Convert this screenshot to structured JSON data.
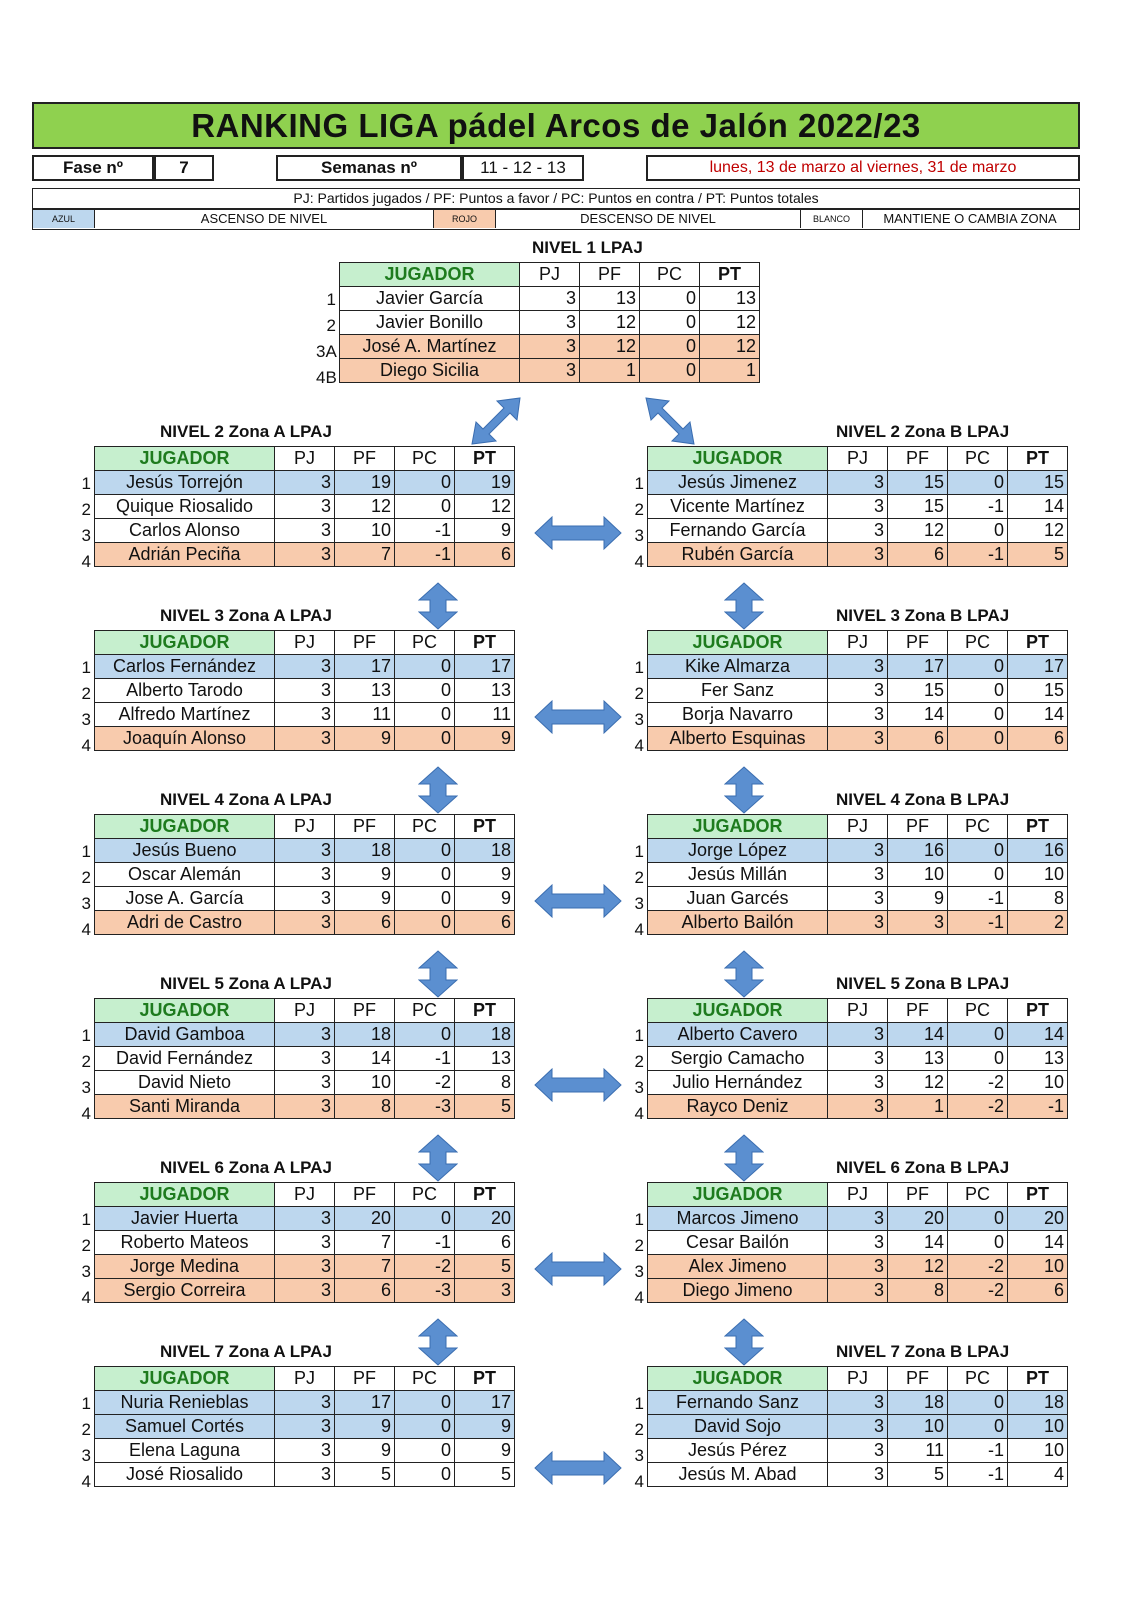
{
  "title": "RANKING LIGA pádel Arcos de Jalón 2022/23",
  "fase_label": "Fase nº",
  "fase_value": "7",
  "semanas_label": "Semanas nº",
  "semanas_value": "11 - 12 - 13",
  "dates": "lunes, 13 de marzo al viernes, 31 de marzo",
  "legend_text": "PJ: Partidos jugados / PF: Puntos a favor / PC: Puntos en contra / PT: Puntos totales",
  "legend": {
    "azul": "AZUL",
    "ascenso": "ASCENSO DE NIVEL",
    "rojo": "ROJO",
    "descenso": "DESCENSO DE NIVEL",
    "blanco": "BLANCO",
    "mantiene": "MANTIENE O CAMBIA ZONA"
  },
  "headers": {
    "jugador": "JUGADOR",
    "pj": "PJ",
    "pf": "PF",
    "pc": "PC",
    "pt": "PT"
  },
  "colors": {
    "ascenso": "#bdd7ee",
    "descenso": "#f8cbad",
    "title": "#8fd14f",
    "header": "#c6efce"
  },
  "groups": [
    {
      "title": "NIVEL 1 LPAJ",
      "rows": [
        {
          "pos": "1",
          "name": "Javier García",
          "pj": "3",
          "pf": "13",
          "pc": "0",
          "pt": "13",
          "status": "white"
        },
        {
          "pos": "2",
          "name": "Javier Bonillo",
          "pj": "3",
          "pf": "12",
          "pc": "0",
          "pt": "12",
          "status": "white"
        },
        {
          "pos": "3A",
          "name": "José A. Martínez",
          "pj": "3",
          "pf": "12",
          "pc": "0",
          "pt": "12",
          "status": "orange"
        },
        {
          "pos": "4B",
          "name": "Diego Sicilia",
          "pj": "3",
          "pf": "1",
          "pc": "0",
          "pt": "1",
          "status": "orange"
        }
      ]
    },
    {
      "title": "NIVEL 2 Zona A LPAJ",
      "rows": [
        {
          "pos": "1",
          "name": "Jesús Torrejón",
          "pj": "3",
          "pf": "19",
          "pc": "0",
          "pt": "19",
          "status": "blue"
        },
        {
          "pos": "2",
          "name": "Quique Riosalido",
          "pj": "3",
          "pf": "12",
          "pc": "0",
          "pt": "12",
          "status": "white"
        },
        {
          "pos": "3",
          "name": "Carlos Alonso",
          "pj": "3",
          "pf": "10",
          "pc": "-1",
          "pt": "9",
          "status": "white"
        },
        {
          "pos": "4",
          "name": "Adrián Peciña",
          "pj": "3",
          "pf": "7",
          "pc": "-1",
          "pt": "6",
          "status": "orange"
        }
      ]
    },
    {
      "title": "NIVEL 2 Zona B LPAJ",
      "rows": [
        {
          "pos": "1",
          "name": "Jesús Jimenez",
          "pj": "3",
          "pf": "15",
          "pc": "0",
          "pt": "15",
          "status": "blue"
        },
        {
          "pos": "2",
          "name": "Vicente Martínez",
          "pj": "3",
          "pf": "15",
          "pc": "-1",
          "pt": "14",
          "status": "white"
        },
        {
          "pos": "3",
          "name": "Fernando García",
          "pj": "3",
          "pf": "12",
          "pc": "0",
          "pt": "12",
          "status": "white"
        },
        {
          "pos": "4",
          "name": "Rubén García",
          "pj": "3",
          "pf": "6",
          "pc": "-1",
          "pt": "5",
          "status": "orange"
        }
      ]
    },
    {
      "title": "NIVEL 3 Zona A LPAJ",
      "rows": [
        {
          "pos": "1",
          "name": "Carlos Fernández",
          "pj": "3",
          "pf": "17",
          "pc": "0",
          "pt": "17",
          "status": "blue"
        },
        {
          "pos": "2",
          "name": "Alberto Tarodo",
          "pj": "3",
          "pf": "13",
          "pc": "0",
          "pt": "13",
          "status": "white"
        },
        {
          "pos": "3",
          "name": "Alfredo Martínez",
          "pj": "3",
          "pf": "11",
          "pc": "0",
          "pt": "11",
          "status": "white"
        },
        {
          "pos": "4",
          "name": "Joaquín Alonso",
          "pj": "3",
          "pf": "9",
          "pc": "0",
          "pt": "9",
          "status": "orange"
        }
      ]
    },
    {
      "title": "NIVEL 3 Zona B LPAJ",
      "rows": [
        {
          "pos": "1",
          "name": "Kike Almarza",
          "pj": "3",
          "pf": "17",
          "pc": "0",
          "pt": "17",
          "status": "blue"
        },
        {
          "pos": "2",
          "name": "Fer Sanz",
          "pj": "3",
          "pf": "15",
          "pc": "0",
          "pt": "15",
          "status": "white"
        },
        {
          "pos": "3",
          "name": "Borja Navarro",
          "pj": "3",
          "pf": "14",
          "pc": "0",
          "pt": "14",
          "status": "white"
        },
        {
          "pos": "4",
          "name": "Alberto Esquinas",
          "pj": "3",
          "pf": "6",
          "pc": "0",
          "pt": "6",
          "status": "orange"
        }
      ]
    },
    {
      "title": "NIVEL 4 Zona A LPAJ",
      "rows": [
        {
          "pos": "1",
          "name": "Jesús Bueno",
          "pj": "3",
          "pf": "18",
          "pc": "0",
          "pt": "18",
          "status": "blue"
        },
        {
          "pos": "2",
          "name": "Oscar Alemán",
          "pj": "3",
          "pf": "9",
          "pc": "0",
          "pt": "9",
          "status": "white"
        },
        {
          "pos": "3",
          "name": "Jose A. García",
          "pj": "3",
          "pf": "9",
          "pc": "0",
          "pt": "9",
          "status": "white"
        },
        {
          "pos": "4",
          "name": "Adri de Castro",
          "pj": "3",
          "pf": "6",
          "pc": "0",
          "pt": "6",
          "status": "orange"
        }
      ]
    },
    {
      "title": "NIVEL 4 Zona B LPAJ",
      "rows": [
        {
          "pos": "1",
          "name": "Jorge López",
          "pj": "3",
          "pf": "16",
          "pc": "0",
          "pt": "16",
          "status": "blue"
        },
        {
          "pos": "2",
          "name": "Jesús Millán",
          "pj": "3",
          "pf": "10",
          "pc": "0",
          "pt": "10",
          "status": "white"
        },
        {
          "pos": "3",
          "name": "Juan Garcés",
          "pj": "3",
          "pf": "9",
          "pc": "-1",
          "pt": "8",
          "status": "white"
        },
        {
          "pos": "4",
          "name": "Alberto Bailón",
          "pj": "3",
          "pf": "3",
          "pc": "-1",
          "pt": "2",
          "status": "orange"
        }
      ]
    },
    {
      "title": "NIVEL 5 Zona A LPAJ",
      "rows": [
        {
          "pos": "1",
          "name": "David Gamboa",
          "pj": "3",
          "pf": "18",
          "pc": "0",
          "pt": "18",
          "status": "blue"
        },
        {
          "pos": "2",
          "name": "David Fernández",
          "pj": "3",
          "pf": "14",
          "pc": "-1",
          "pt": "13",
          "status": "white"
        },
        {
          "pos": "3",
          "name": "David Nieto",
          "pj": "3",
          "pf": "10",
          "pc": "-2",
          "pt": "8",
          "status": "white"
        },
        {
          "pos": "4",
          "name": "Santi Miranda",
          "pj": "3",
          "pf": "8",
          "pc": "-3",
          "pt": "5",
          "status": "orange"
        }
      ]
    },
    {
      "title": "NIVEL 5 Zona B LPAJ",
      "rows": [
        {
          "pos": "1",
          "name": "Alberto Cavero",
          "pj": "3",
          "pf": "14",
          "pc": "0",
          "pt": "14",
          "status": "blue"
        },
        {
          "pos": "2",
          "name": "Sergio Camacho",
          "pj": "3",
          "pf": "13",
          "pc": "0",
          "pt": "13",
          "status": "white"
        },
        {
          "pos": "3",
          "name": "Julio Hernández",
          "pj": "3",
          "pf": "12",
          "pc": "-2",
          "pt": "10",
          "status": "white"
        },
        {
          "pos": "4",
          "name": "Rayco Deniz",
          "pj": "3",
          "pf": "1",
          "pc": "-2",
          "pt": "-1",
          "status": "orange"
        }
      ]
    },
    {
      "title": "NIVEL 6 Zona A LPAJ",
      "rows": [
        {
          "pos": "1",
          "name": "Javier Huerta",
          "pj": "3",
          "pf": "20",
          "pc": "0",
          "pt": "20",
          "status": "blue"
        },
        {
          "pos": "2",
          "name": "Roberto Mateos",
          "pj": "3",
          "pf": "7",
          "pc": "-1",
          "pt": "6",
          "status": "white"
        },
        {
          "pos": "3",
          "name": "Jorge Medina",
          "pj": "3",
          "pf": "7",
          "pc": "-2",
          "pt": "5",
          "status": "orange"
        },
        {
          "pos": "4",
          "name": "Sergio Correira",
          "pj": "3",
          "pf": "6",
          "pc": "-3",
          "pt": "3",
          "status": "orange"
        }
      ]
    },
    {
      "title": "NIVEL 6 Zona B LPAJ",
      "rows": [
        {
          "pos": "1",
          "name": "Marcos Jimeno",
          "pj": "3",
          "pf": "20",
          "pc": "0",
          "pt": "20",
          "status": "blue"
        },
        {
          "pos": "2",
          "name": "Cesar Bailón",
          "pj": "3",
          "pf": "14",
          "pc": "0",
          "pt": "14",
          "status": "white"
        },
        {
          "pos": "3",
          "name": "Alex Jimeno",
          "pj": "3",
          "pf": "12",
          "pc": "-2",
          "pt": "10",
          "status": "orange"
        },
        {
          "pos": "4",
          "name": "Diego Jimeno",
          "pj": "3",
          "pf": "8",
          "pc": "-2",
          "pt": "6",
          "status": "orange"
        }
      ]
    },
    {
      "title": "NIVEL 7 Zona A LPAJ",
      "rows": [
        {
          "pos": "1",
          "name": "Nuria Renieblas",
          "pj": "3",
          "pf": "17",
          "pc": "0",
          "pt": "17",
          "status": "blue"
        },
        {
          "pos": "2",
          "name": "Samuel Cortés",
          "pj": "3",
          "pf": "9",
          "pc": "0",
          "pt": "9",
          "status": "blue"
        },
        {
          "pos": "3",
          "name": "Elena Laguna",
          "pj": "3",
          "pf": "9",
          "pc": "0",
          "pt": "9",
          "status": "white"
        },
        {
          "pos": "4",
          "name": "José Riosalido",
          "pj": "3",
          "pf": "5",
          "pc": "0",
          "pt": "5",
          "status": "white"
        }
      ]
    },
    {
      "title": "NIVEL 7 Zona B LPAJ",
      "rows": [
        {
          "pos": "1",
          "name": "Fernando Sanz",
          "pj": "3",
          "pf": "18",
          "pc": "0",
          "pt": "18",
          "status": "blue"
        },
        {
          "pos": "2",
          "name": "David Sojo",
          "pj": "3",
          "pf": "10",
          "pc": "0",
          "pt": "10",
          "status": "blue"
        },
        {
          "pos": "3",
          "name": "Jesús Pérez",
          "pj": "3",
          "pf": "11",
          "pc": "-1",
          "pt": "10",
          "status": "white"
        },
        {
          "pos": "4",
          "name": "Jesús M. Abad",
          "pj": "3",
          "pf": "5",
          "pc": "-1",
          "pt": "4",
          "status": "white"
        }
      ]
    }
  ]
}
